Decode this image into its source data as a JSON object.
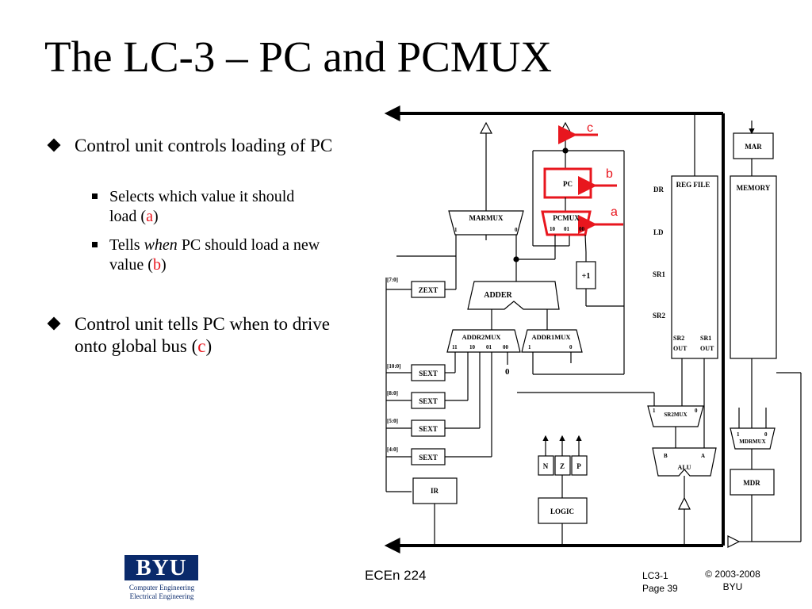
{
  "slide": {
    "title": "The LC-3 – PC and PCMUX",
    "bullets": {
      "b1_text": "Control unit controls loading of PC",
      "b1_sub1_pre": "Selects which value it should load (",
      "b1_sub1_ref": "a",
      "b1_sub1_post": ")",
      "b1_sub2_pre": "Tells ",
      "b1_sub2_em": "when",
      "b1_sub2_mid": " PC should load a new value  (",
      "b1_sub2_ref": "b",
      "b1_sub2_post": ")",
      "b2_pre": "Control unit tells PC when to drive onto global bus (",
      "b2_ref": "c",
      "b2_post": ")"
    },
    "footer": {
      "course": "ECEn 224",
      "lecture": "LC3-1",
      "page": "Page 39",
      "copyright": "© 2003-2008",
      "org": "BYU"
    },
    "logo": {
      "name": "BYU",
      "line1": "Computer Engineering",
      "line2": "Electrical Engineering"
    }
  },
  "diagram": {
    "blocks": {
      "pc": "PC",
      "pcmux": "PCMUX",
      "marmux": "MARMUX",
      "adder": "ADDER",
      "addr2mux": "ADDR2MUX",
      "addr1mux": "ADDR1MUX",
      "zext": "ZEXT",
      "sext": "SEXT",
      "plus1": "+1",
      "ir": "IR",
      "logic": "LOGIC",
      "regfile": "REG FILE",
      "sr2mux": "SR2MUX",
      "alu": "ALU",
      "mar": "MAR",
      "memory": "MEMORY",
      "mdrmux": "MDRMUX",
      "mdr": "MDR"
    },
    "flags": {
      "n": "N",
      "z": "Z",
      "p": "P"
    },
    "ports": {
      "pcmux_in2": "10",
      "pcmux_in1": "01",
      "pcmux_in0": "00",
      "marmux_in1": "1",
      "marmux_in0": "0",
      "addr2_in3": "11",
      "addr2_in2": "10",
      "addr2_in1": "01",
      "addr2_in0": "00",
      "addr1_in1": "1",
      "addr1_in0": "0",
      "zero_const": "0",
      "sr2mux_in1": "1",
      "sr2mux_in0": "0",
      "mdrmux_in1": "1",
      "mdrmux_in0": "0",
      "alu_b": "B",
      "alu_a": "A",
      "rf_dr": "DR",
      "rf_ld": "LD",
      "rf_sr1": "SR1",
      "rf_sr2": "SR2",
      "rf_sr2out_1": "SR2",
      "rf_sr2out_2": "OUT",
      "rf_sr1out_1": "SR1",
      "rf_sr1out_2": "OUT"
    },
    "fields": {
      "f70": "[7:0]",
      "f100": "[10:0]",
      "f80": "[8:0]",
      "f50": "[5:0]",
      "f40": "[4:0]"
    },
    "callouts": {
      "a": "a",
      "b": "b",
      "c": "c"
    },
    "colors": {
      "highlight": "#e8161e",
      "logo_blue": "#0a2a6b"
    }
  }
}
